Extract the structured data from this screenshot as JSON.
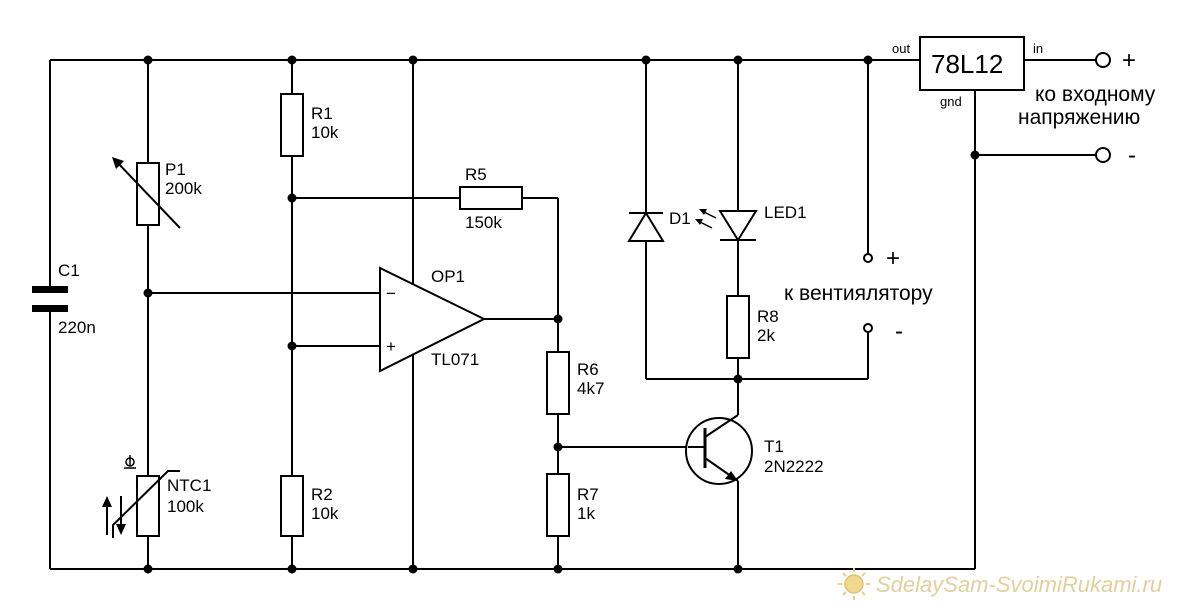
{
  "regulator": {
    "name": "78L12",
    "out": "out",
    "in": "in",
    "gnd": "gnd"
  },
  "input": {
    "plus": "+",
    "minus": "-",
    "label_line1": "ко входному",
    "label_line2": "напряжению"
  },
  "fan": {
    "plus": "+",
    "minus": "-",
    "label": "к вентиялятору"
  },
  "components": {
    "C1": {
      "ref": "C1",
      "value": "220n"
    },
    "P1": {
      "ref": "P1",
      "value": "200k"
    },
    "NTC1": {
      "ref": "NTC1",
      "value": "100k"
    },
    "R1": {
      "ref": "R1",
      "value": "10k"
    },
    "R2": {
      "ref": "R2",
      "value": "10k"
    },
    "R5": {
      "ref": "R5",
      "value": "150k"
    },
    "R6": {
      "ref": "R6",
      "value": "4k7"
    },
    "R7": {
      "ref": "R7",
      "value": "1k"
    },
    "R8": {
      "ref": "R8",
      "value": "2k"
    },
    "OP1": {
      "ref": "OP1",
      "value": "TL071",
      "minus": "−",
      "plus": "+"
    },
    "D1": {
      "ref": "D1"
    },
    "LED1": {
      "ref": "LED1"
    },
    "T1": {
      "ref": "T1",
      "value": "2N2222"
    }
  },
  "watermark": "SdelaySam-SvoimiRukami.ru",
  "icons": [
    "sun-icon",
    "thermometer-icon",
    "variable-resistor-arrow-icon",
    "light-emission-arrows-icon"
  ]
}
